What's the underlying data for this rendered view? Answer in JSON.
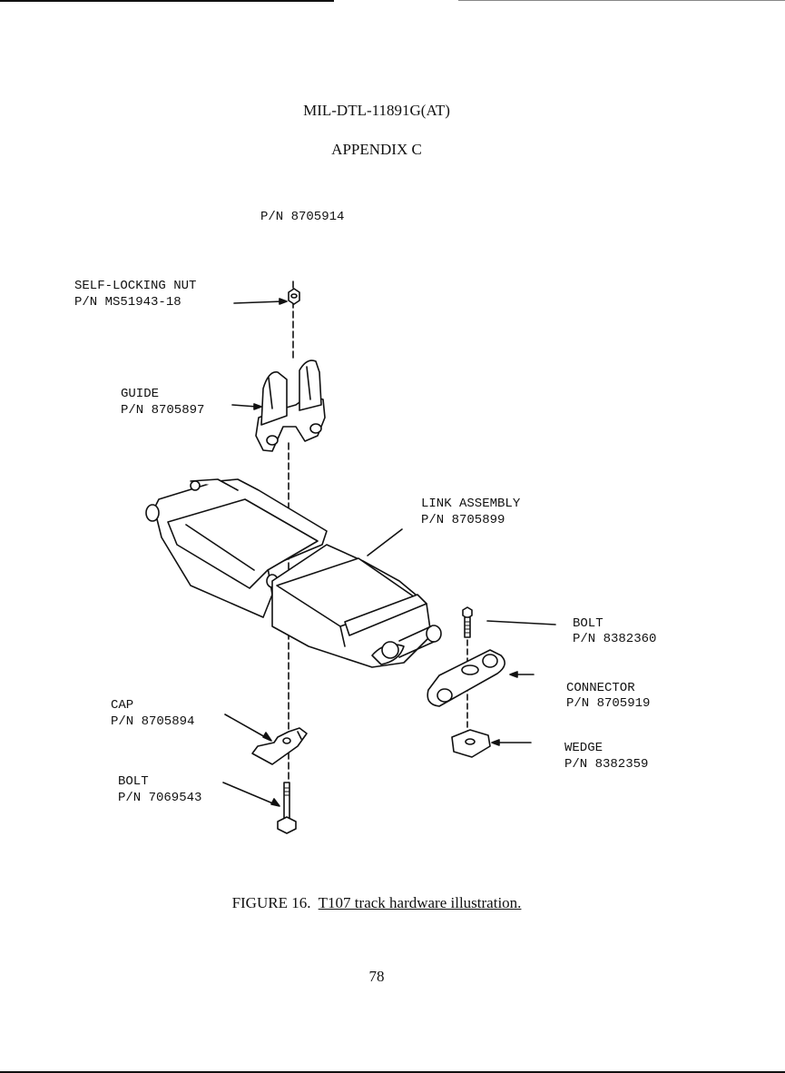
{
  "header": {
    "doc_number": "MIL-DTL-11891G(AT)",
    "appendix": "APPENDIX C"
  },
  "figure": {
    "assembly_pn": "P/N 8705914",
    "callouts": {
      "nut_name": "SELF-LOCKING NUT",
      "nut_pn": "P/N MS51943-18",
      "guide_name": "GUIDE",
      "guide_pn": "P/N 8705897",
      "link_name": "LINK ASSEMBLY",
      "link_pn": "P/N 8705899",
      "bolt1_name": "BOLT",
      "bolt1_pn": "P/N 8382360",
      "connector_name": "CONNECTOR",
      "connector_pn": "P/N 8705919",
      "cap_name": "CAP",
      "cap_pn": "P/N 8705894",
      "wedge_name": "WEDGE",
      "wedge_pn": "P/N 8382359",
      "bolt2_name": "BOLT",
      "bolt2_pn": "P/N 7069543"
    },
    "caption_label": "FIGURE 16.",
    "caption_title": "T107 track hardware illustration."
  },
  "footer": {
    "page_number": "78"
  }
}
